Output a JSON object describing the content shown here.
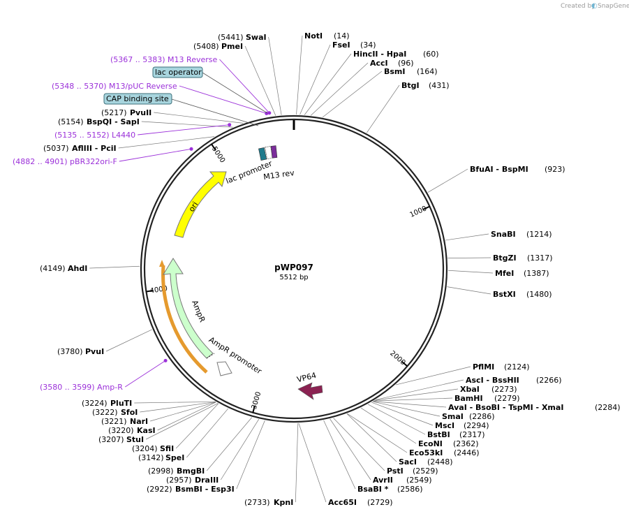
{
  "plasmid": {
    "name": "pWP097",
    "size": "5512 bp",
    "total": 5512
  },
  "branding": {
    "created_by": "Created by",
    "app": "SnapGene"
  },
  "ticks": [
    {
      "pos": 1000,
      "label": "1000"
    },
    {
      "pos": 2000,
      "label": "2000"
    },
    {
      "pos": 3000,
      "label": "3000"
    },
    {
      "pos": 4000,
      "label": "4000"
    },
    {
      "pos": 5000,
      "label": "5000"
    }
  ],
  "enzymes": [
    {
      "pos": 5441,
      "name": "SwaI",
      "coord": "(5441)",
      "side": "left"
    },
    {
      "pos": 5408,
      "name": "PmeI",
      "coord": "(5408)",
      "side": "left"
    },
    {
      "pos": 14,
      "name": "NotI",
      "coord": "(14)",
      "side": "right"
    },
    {
      "pos": 34,
      "name": "FseI",
      "coord": "(34)",
      "side": "right"
    },
    {
      "pos": 60,
      "name": "HincII - HpaI",
      "coord": "(60)",
      "side": "right"
    },
    {
      "pos": 96,
      "name": "AccI",
      "coord": "(96)",
      "side": "right"
    },
    {
      "pos": 164,
      "name": "BsmI",
      "coord": "(164)",
      "side": "right"
    },
    {
      "pos": 431,
      "name": "BtgI",
      "coord": "(431)",
      "side": "right"
    },
    {
      "pos": 923,
      "name": "BfuAI - BspMI",
      "coord": "(923)",
      "side": "right"
    },
    {
      "pos": 1214,
      "name": "SnaBI",
      "coord": "(1214)",
      "side": "right"
    },
    {
      "pos": 1317,
      "name": "BtgZI",
      "coord": "(1317)",
      "side": "right"
    },
    {
      "pos": 1387,
      "name": "MfeI",
      "coord": "(1387)",
      "side": "right"
    },
    {
      "pos": 1480,
      "name": "BstXI",
      "coord": "(1480)",
      "side": "right"
    },
    {
      "pos": 2124,
      "name": "PflMI",
      "coord": "(2124)",
      "side": "right"
    },
    {
      "pos": 2266,
      "name": "AscI - BssHII",
      "coord": "(2266)",
      "side": "right"
    },
    {
      "pos": 2273,
      "name": "XbaI",
      "coord": "(2273)",
      "side": "right"
    },
    {
      "pos": 2279,
      "name": "BamHI",
      "coord": "(2279)",
      "side": "right"
    },
    {
      "pos": 2284,
      "name": "AvaI - BsoBI - TspMI - XmaI",
      "coord": "(2284)",
      "side": "right"
    },
    {
      "pos": 2286,
      "name": "SmaI",
      "coord": "(2286)",
      "side": "right"
    },
    {
      "pos": 2294,
      "name": "MscI",
      "coord": "(2294)",
      "side": "right"
    },
    {
      "pos": 2317,
      "name": "BstBI",
      "coord": "(2317)",
      "side": "right"
    },
    {
      "pos": 2362,
      "name": "EcoNI",
      "coord": "(2362)",
      "side": "right"
    },
    {
      "pos": 2446,
      "name": "Eco53kI",
      "coord": "(2446)",
      "side": "right"
    },
    {
      "pos": 2448,
      "name": "SacI",
      "coord": "(2448)",
      "side": "right"
    },
    {
      "pos": 2529,
      "name": "PstI",
      "coord": "(2529)",
      "side": "right"
    },
    {
      "pos": 2549,
      "name": "AvrII",
      "coord": "(2549)",
      "side": "right"
    },
    {
      "pos": 2586,
      "name": "BsaBI *",
      "coord": "(2586)",
      "side": "right"
    },
    {
      "pos": 2729,
      "name": "Acc65I",
      "coord": "(2729)",
      "side": "right"
    },
    {
      "pos": 2733,
      "name": "KpnI",
      "coord": "(2733)",
      "side": "left"
    },
    {
      "pos": 2922,
      "name": "BsmBI - Esp3I",
      "coord": "(2922)",
      "side": "left"
    },
    {
      "pos": 2957,
      "name": "DraIII",
      "coord": "(2957)",
      "side": "left"
    },
    {
      "pos": 2998,
      "name": "BmgBI",
      "coord": "(2998)",
      "side": "left"
    },
    {
      "pos": 3142,
      "name": "SpeI",
      "coord": "(3142)",
      "side": "left"
    },
    {
      "pos": 3204,
      "name": "SfiI",
      "coord": "(3204)",
      "side": "left"
    },
    {
      "pos": 3207,
      "name": "StuI",
      "coord": "(3207)",
      "side": "left"
    },
    {
      "pos": 3220,
      "name": "KasI",
      "coord": "(3220)",
      "side": "left"
    },
    {
      "pos": 3221,
      "name": "NarI",
      "coord": "(3221)",
      "side": "left"
    },
    {
      "pos": 3222,
      "name": "SfoI",
      "coord": "(3222)",
      "side": "left"
    },
    {
      "pos": 3224,
      "name": "PluTI",
      "coord": "(3224)",
      "side": "left"
    },
    {
      "pos": 3780,
      "name": "PvuI",
      "coord": "(3780)",
      "side": "left"
    },
    {
      "pos": 4149,
      "name": "AhdI",
      "coord": "(4149)",
      "side": "left"
    },
    {
      "pos": 5037,
      "name": "AflIII - PciI",
      "coord": "(5037)",
      "side": "left"
    },
    {
      "pos": 5154,
      "name": "BspQI - SapI",
      "coord": "(5154)",
      "side": "left"
    },
    {
      "pos": 5217,
      "name": "PvuII",
      "coord": "(5217)",
      "side": "left"
    }
  ],
  "primers": [
    {
      "pos": 5375,
      "text": "(5367 .. 5383)  M13 Reverse"
    },
    {
      "pos": 5359,
      "text": "(5348 .. 5370)  M13/pUC Reverse"
    },
    {
      "pos": 5143,
      "text": "(5135 .. 5152)  L4440"
    },
    {
      "pos": 4891,
      "text": "(4882 .. 4901)  pBR322ori-F"
    },
    {
      "pos": 3590,
      "text": "(3580 .. 3599)  Amp-R"
    }
  ],
  "boxed_features": [
    {
      "text": "lac operator",
      "color": "#a8d5de"
    },
    {
      "text": "CAP binding site",
      "color": "#a8d5de"
    }
  ],
  "features": [
    {
      "name": "ori",
      "color": "#ffff00",
      "label": "ori"
    },
    {
      "name": "AmpR",
      "color": "#ccffcc",
      "label": "AmpR"
    },
    {
      "name": "AmpR promoter",
      "color": "#ffffff",
      "label": "AmpR promoter"
    },
    {
      "name": "lac promoter",
      "color": "#1f7a8c",
      "label": "lac promoter"
    },
    {
      "name": "M13 rev",
      "color": "#7b2d9b",
      "label": "M13 rev"
    },
    {
      "name": "VP64",
      "color": "#8b2252",
      "label": "VP64"
    }
  ]
}
